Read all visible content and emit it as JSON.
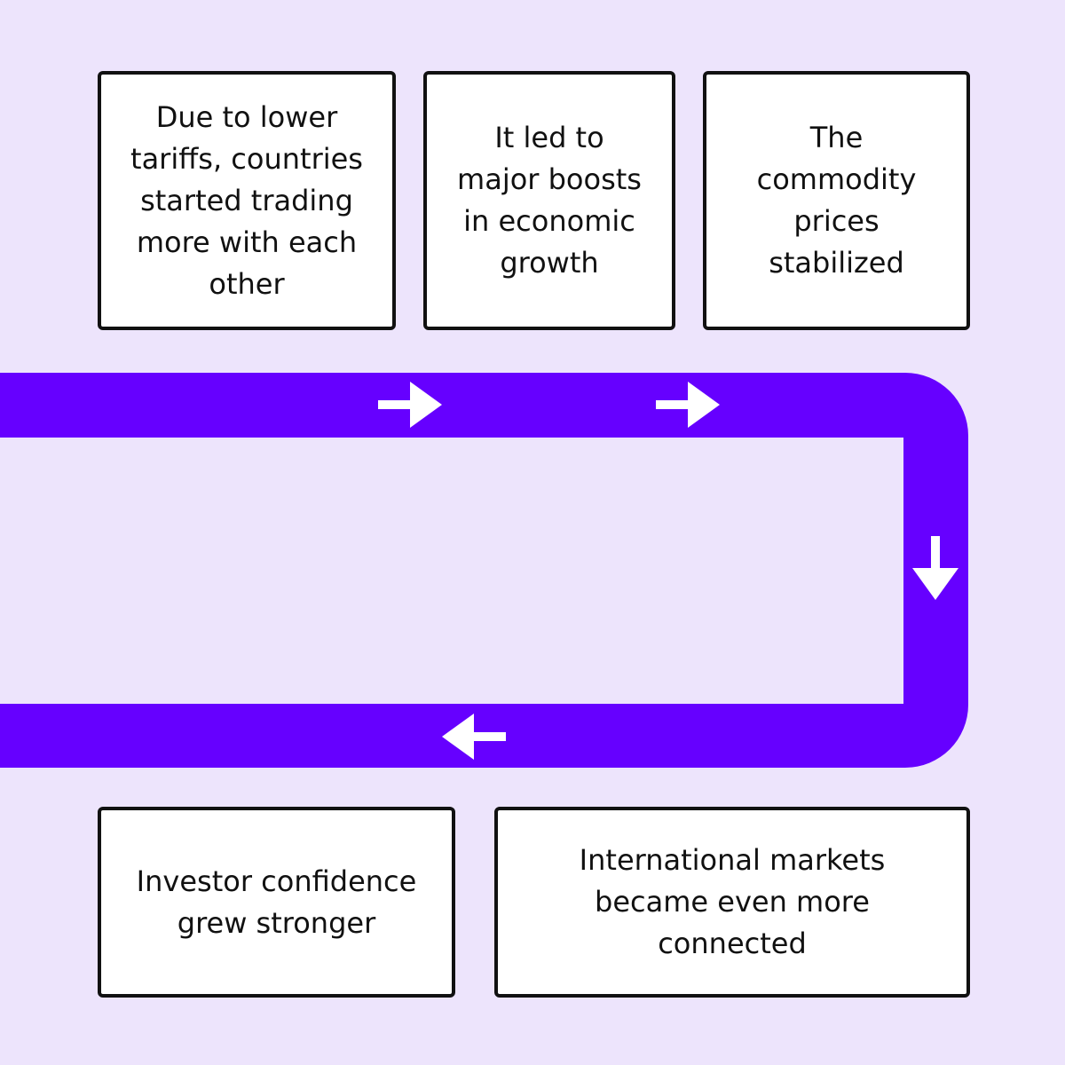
{
  "colors": {
    "background": "#ede4fc",
    "track": "#6600ff",
    "arrow": "#ffffff",
    "box_fill": "#ffffff",
    "box_border": "#111111",
    "text": "#111111"
  },
  "steps": [
    {
      "text": "Due to lower\ntariffs, countries\nstarted trading\nmore with each\nother"
    },
    {
      "text": "It led to\nmajor boosts\nin economic\ngrowth"
    },
    {
      "text": "The\ncommodity\nprices\nstabilized"
    },
    {
      "text": "International markets\nbecame even more\nconnected"
    },
    {
      "text": "Investor confidence\ngrew stronger"
    }
  ],
  "arrows": [
    {
      "direction": "right",
      "icon": "arrow-right-icon"
    },
    {
      "direction": "right",
      "icon": "arrow-right-icon"
    },
    {
      "direction": "down",
      "icon": "arrow-down-icon"
    },
    {
      "direction": "left",
      "icon": "arrow-left-icon"
    }
  ]
}
